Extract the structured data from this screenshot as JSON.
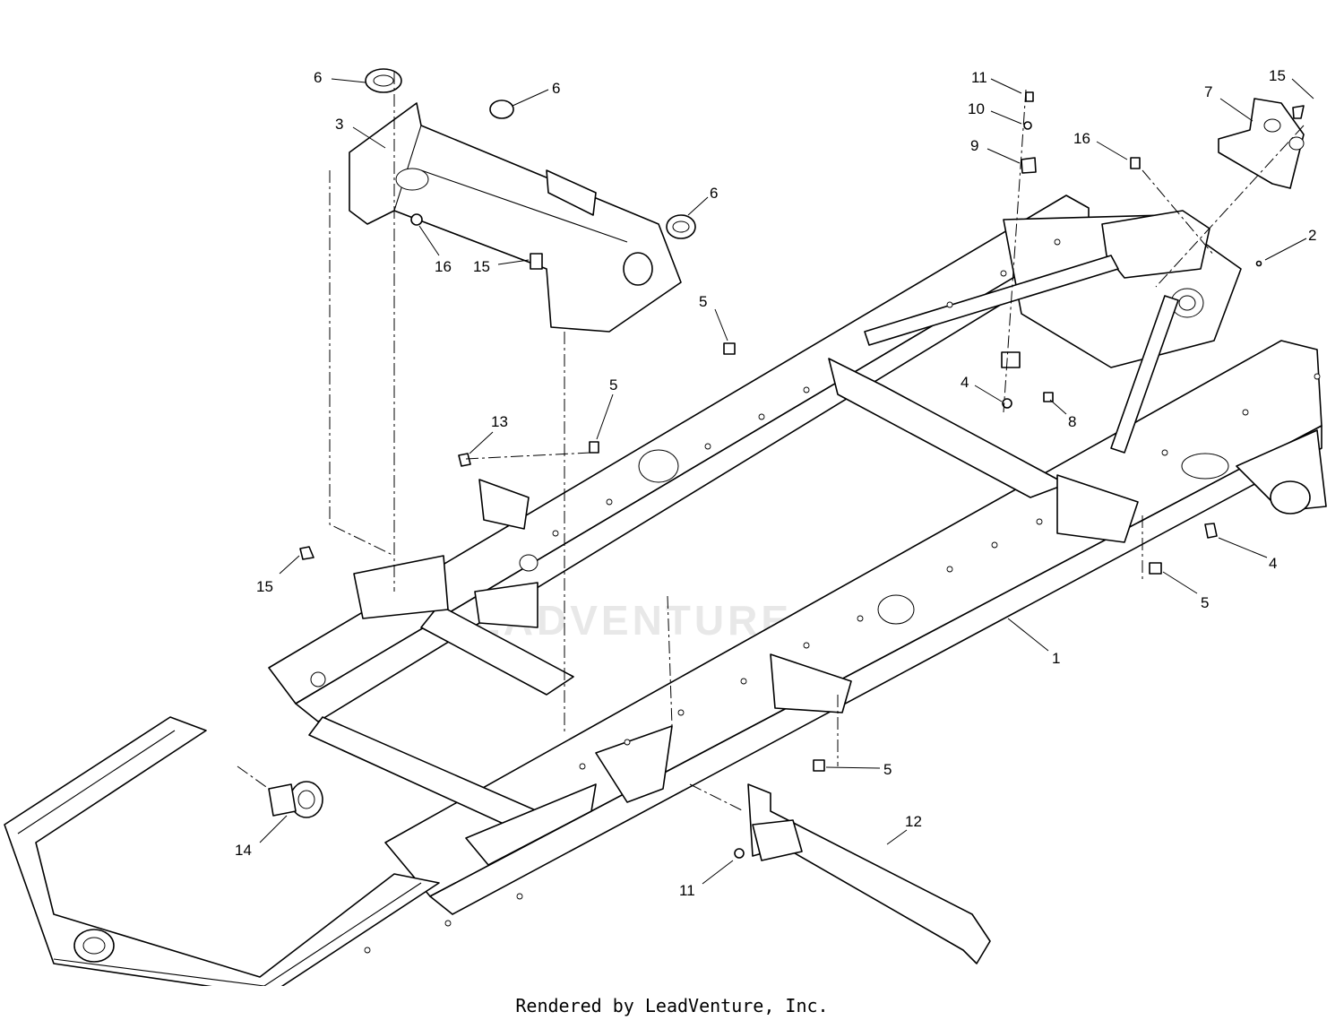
{
  "watermark": "LEADVENTURE",
  "footer": "Rendered by LeadVenture, Inc.",
  "callouts": [
    {
      "id": "c-6a",
      "label": "6"
    },
    {
      "id": "c-3",
      "label": "3"
    },
    {
      "id": "c-6b",
      "label": "6"
    },
    {
      "id": "c-6c",
      "label": "6"
    },
    {
      "id": "c-16a",
      "label": "16"
    },
    {
      "id": "c-15a",
      "label": "15"
    },
    {
      "id": "c-11a",
      "label": "11"
    },
    {
      "id": "c-10",
      "label": "10"
    },
    {
      "id": "c-9",
      "label": "9"
    },
    {
      "id": "c-16b",
      "label": "16"
    },
    {
      "id": "c-7",
      "label": "7"
    },
    {
      "id": "c-15b",
      "label": "15"
    },
    {
      "id": "c-2",
      "label": "2"
    },
    {
      "id": "c-5a",
      "label": "5"
    },
    {
      "id": "c-5b",
      "label": "5"
    },
    {
      "id": "c-4a",
      "label": "4"
    },
    {
      "id": "c-8",
      "label": "8"
    },
    {
      "id": "c-13",
      "label": "13"
    },
    {
      "id": "c-15c",
      "label": "15"
    },
    {
      "id": "c-4b",
      "label": "4"
    },
    {
      "id": "c-5c",
      "label": "5"
    },
    {
      "id": "c-1",
      "label": "1"
    },
    {
      "id": "c-5d",
      "label": "5"
    },
    {
      "id": "c-12",
      "label": "12"
    },
    {
      "id": "c-14",
      "label": "14"
    },
    {
      "id": "c-11b",
      "label": "11"
    }
  ]
}
